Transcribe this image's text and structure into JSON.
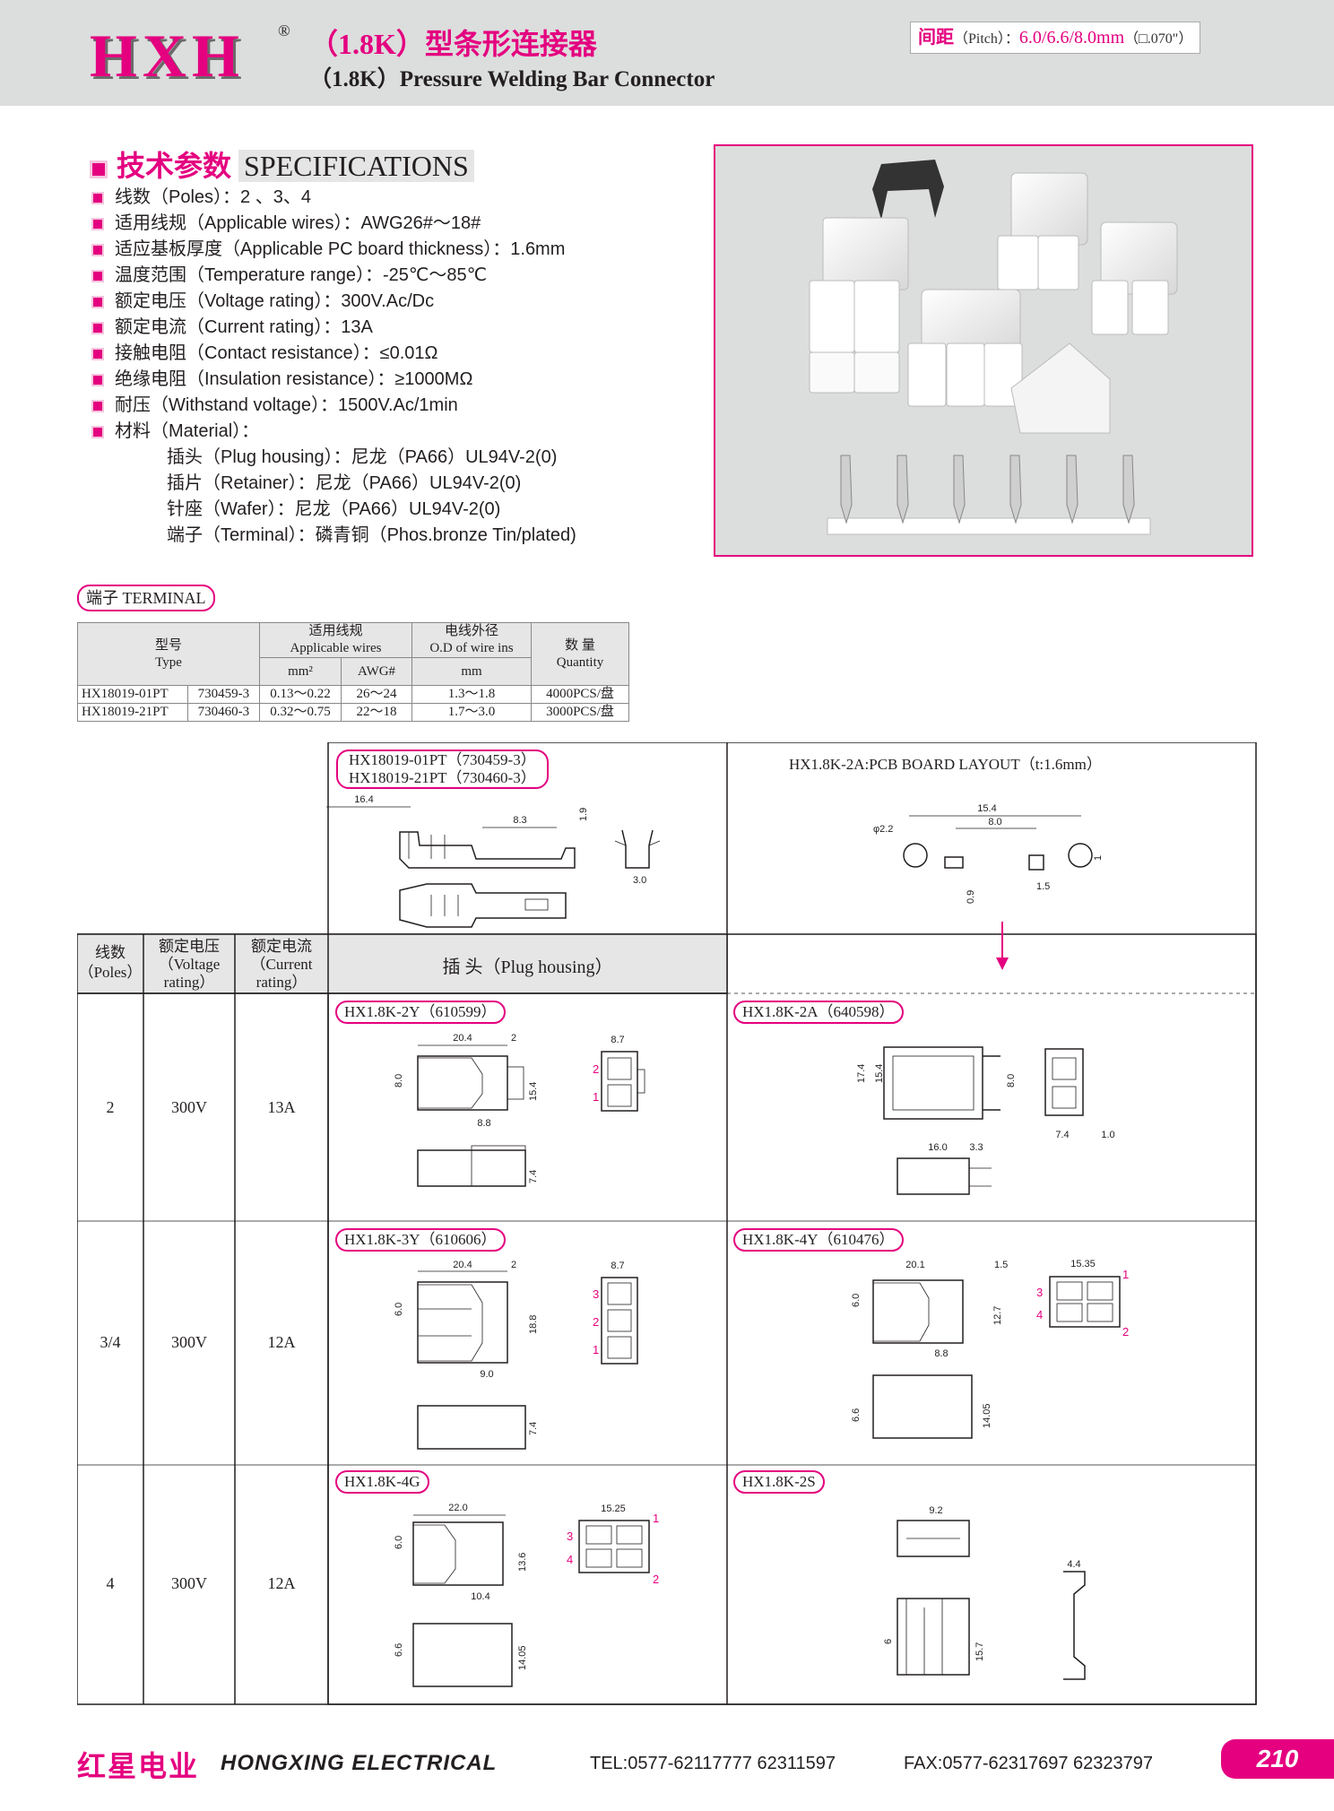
{
  "header": {
    "logo": "HXH",
    "registered": "®",
    "title_cn": "（1.8K）型条形连接器",
    "title_en": "（1.8K）Pressure Welding Bar Connector",
    "pitch_label": "间距",
    "pitch_en": "（Pitch）：",
    "pitch_value": "6.0/6.6/8.0mm",
    "pitch_inch": "（□.070\"）"
  },
  "specs": {
    "title_cn": "技术参数",
    "title_en": "SPECIFICATIONS",
    "items": [
      "线数（Poles）：2 、3、4",
      "适用线规（Applicable wires）：AWG26#～18#",
      "适应基板厚度（Applicable PC board thickness）：1.6mm",
      "温度范围（Temperature range）：-25℃～85℃",
      "额定电压（Voltage rating）：300V.Ac/Dc",
      "额定电流（Current rating）：13A",
      "接触电阻（Contact resistance）：≤0.01Ω",
      "绝缘电阻（Insulation resistance）：≥1000MΩ",
      "耐压（Withstand voltage）：1500V.Ac/1min",
      "材料（Material）："
    ],
    "materials": [
      "插头（Plug housing）：尼龙（PA66）UL94V-2(0)",
      "插片（Retainer）：尼龙（PA66）UL94V-2(0)",
      "针座（Wafer）：尼龙（PA66）UL94V-2(0)",
      "端子（Terminal）：磷青铜（Phos.bronze Tin/plated)"
    ]
  },
  "terminal": {
    "label": "端子 TERMINAL",
    "headers": {
      "type_cn": "型号",
      "type_en": "Type",
      "wires_cn": "适用线规",
      "wires_en": "Applicable wires",
      "od_cn": "电线外径",
      "od_en": "O.D of wire ins",
      "qty_cn": "数 量",
      "qty_en": "Quantity",
      "mm2": "mm²",
      "awg": "AWG#",
      "mm": "mm"
    },
    "rows": [
      {
        "type": "HX18019-01PT",
        "code": "730459-3",
        "mm2": "0.13～0.22",
        "awg": "26～24",
        "od": "1.3～1.8",
        "qty": "4000PCS/盘"
      },
      {
        "type": "HX18019-21PT",
        "code": "730460-3",
        "mm2": "0.32～0.75",
        "awg": "22～18",
        "od": "1.7～3.0",
        "qty": "3000PCS/盘"
      }
    ]
  },
  "drawings": {
    "terminal_tag_1": "HX18019-01PT（730459-3）",
    "terminal_tag_2": "HX18019-21PT（730460-3）",
    "pcb_layout_title": "HX1.8K-2A:PCB BOARD LAYOUT（t:1.6mm）",
    "col_poles_cn": "线数",
    "col_poles_en": "（Poles）",
    "col_voltage_cn": "额定电压",
    "col_voltage_en": "（Voltage rating）",
    "col_current_cn": "额定电流",
    "col_current_en": "（Current rating）",
    "plug_housing": "插 头（Plug housing）",
    "rows": [
      {
        "poles": "2",
        "voltage": "300V",
        "current": "13A",
        "left": "HX1.8K-2Y（610599）",
        "right": "HX1.8K-2A（640598）"
      },
      {
        "poles": "3/4",
        "voltage": "300V",
        "current": "12A",
        "left": "HX1.8K-3Y（610606）",
        "right": "HX1.8K-4Y（610476）"
      },
      {
        "poles": "4",
        "voltage": "300V",
        "current": "12A",
        "left": "HX1.8K-4G",
        "right": "HX1.8K-2S"
      }
    ]
  },
  "footer": {
    "company_cn": "红星电业",
    "company_en": "HONGXING ELECTRICAL",
    "tel": "TEL:0577-62117777  62311597",
    "fax": "FAX:0577-62317697  62323797",
    "page": "210"
  },
  "colors": {
    "accent": "#e4007f",
    "header_bg": "#dcdddd"
  }
}
